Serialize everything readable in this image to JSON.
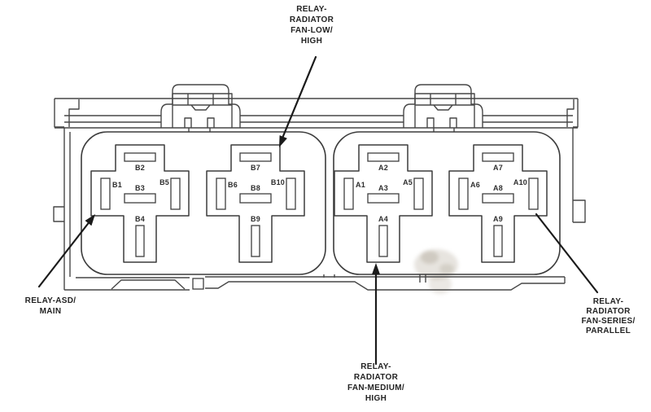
{
  "colors": {
    "background": "#ffffff",
    "line": "#474747",
    "arrow": "#1b1b1b",
    "text": "#232323",
    "smudge": "#b9b1a2"
  },
  "callouts": {
    "radiator_fan_low_high": {
      "lines": [
        "RELAY-",
        "RADIATOR",
        "FAN-LOW/",
        "HIGH"
      ]
    },
    "asd_main": {
      "lines": [
        "RELAY-ASD/",
        "MAIN"
      ]
    },
    "radiator_fan_medium_high": {
      "lines": [
        "RELAY-",
        "RADIATOR",
        "FAN-MEDIUM/",
        "HIGH"
      ]
    },
    "radiator_fan_series_parallel": {
      "lines": [
        "RELAY-",
        "RADIATOR",
        "FAN-SERIES/",
        "PARALLEL"
      ]
    }
  },
  "relays": [
    {
      "id": "relay-1",
      "slots": {
        "left": "B1",
        "top": "B2",
        "center": "B3",
        "bottom": "B4",
        "right": "B5"
      }
    },
    {
      "id": "relay-2",
      "slots": {
        "left": "B6",
        "top": "B7",
        "center": "B8",
        "bottom": "B9",
        "right": "B10"
      }
    },
    {
      "id": "relay-3",
      "slots": {
        "left": "A1",
        "top": "A2",
        "center": "A3",
        "bottom": "A4",
        "right": "A5"
      }
    },
    {
      "id": "relay-4",
      "slots": {
        "left": "A6",
        "top": "A7",
        "center": "A8",
        "bottom": "A9",
        "right": "A10"
      }
    }
  ]
}
